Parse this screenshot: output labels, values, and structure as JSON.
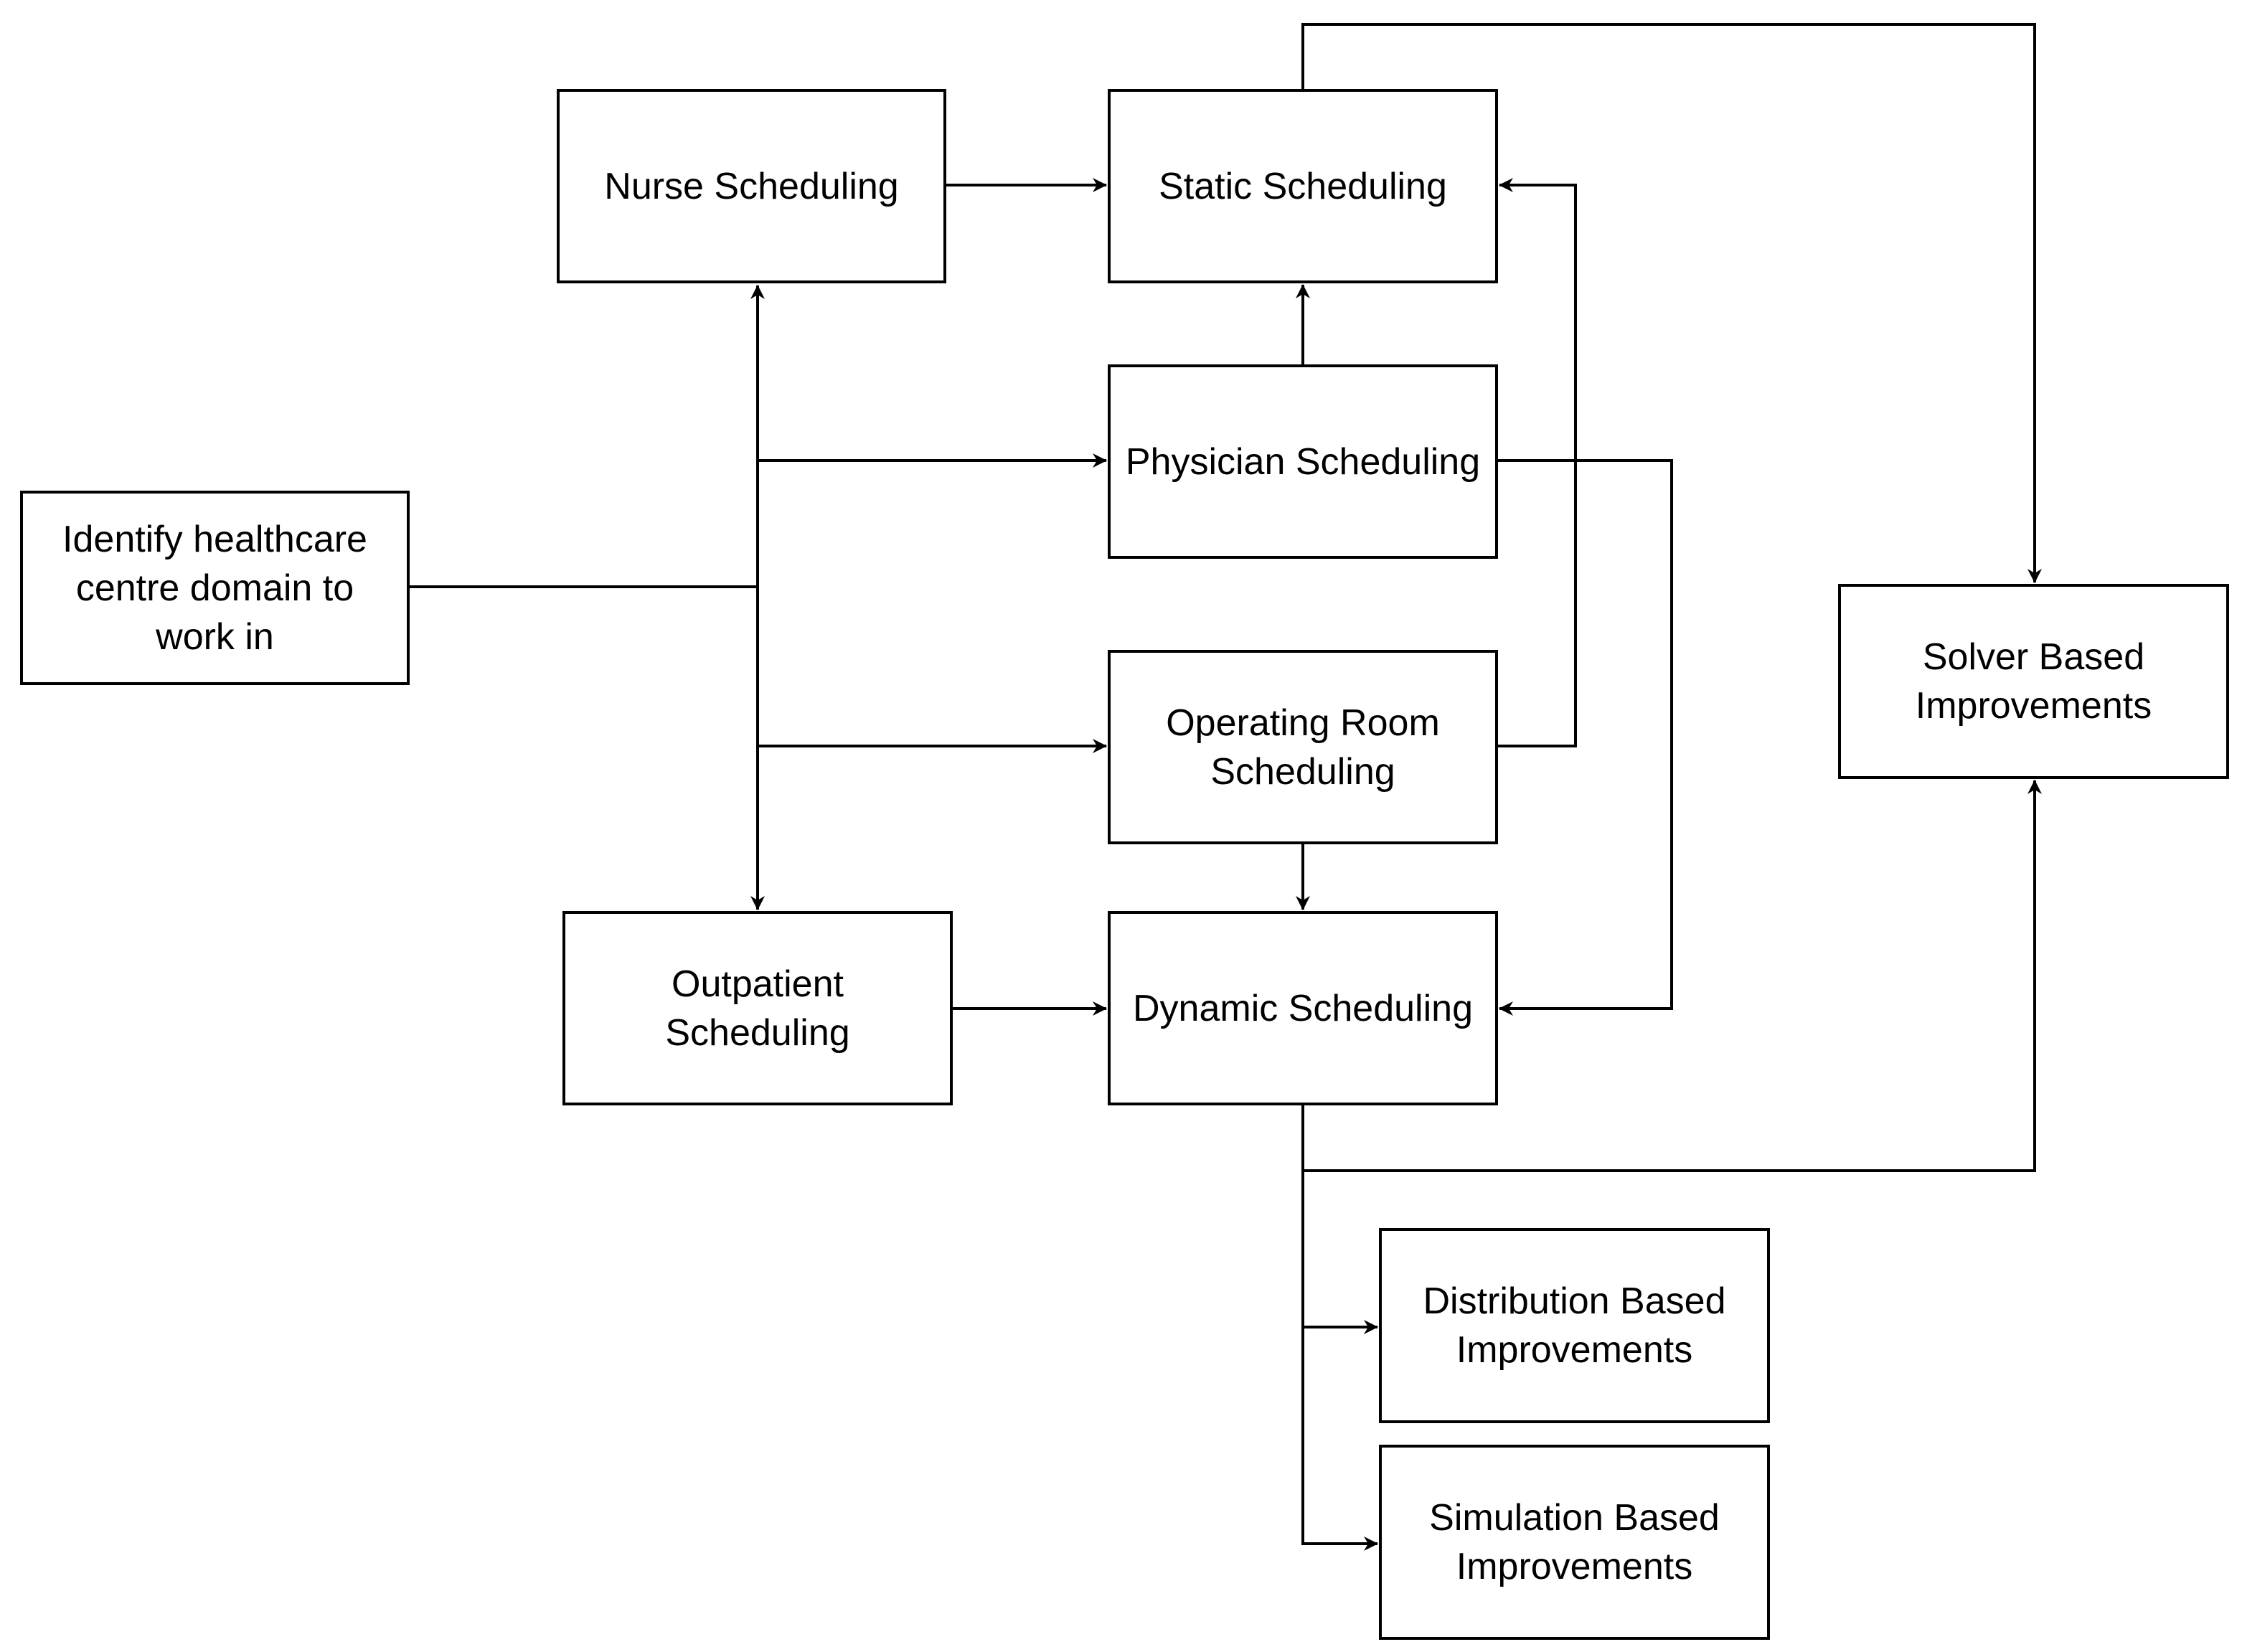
{
  "diagram": {
    "nodes": [
      {
        "id": "identify",
        "label": "Identify healthcare\ncentre domain to\nwork in"
      },
      {
        "id": "nurse",
        "label": "Nurse Scheduling"
      },
      {
        "id": "static",
        "label": "Static Scheduling"
      },
      {
        "id": "physician",
        "label": "Physician Scheduling"
      },
      {
        "id": "operating",
        "label": "Operating Room\nScheduling"
      },
      {
        "id": "outpatient",
        "label": "Outpatient\nScheduling"
      },
      {
        "id": "dynamic",
        "label": "Dynamic Scheduling"
      },
      {
        "id": "solver",
        "label": "Solver Based\nImprovements"
      },
      {
        "id": "distribution",
        "label": "Distribution Based\nImprovements"
      },
      {
        "id": "simulation",
        "label": "Simulation Based\nImprovements"
      }
    ],
    "edges": [
      {
        "from": "identify",
        "to": "nurse"
      },
      {
        "from": "identify",
        "to": "physician"
      },
      {
        "from": "identify",
        "to": "operating"
      },
      {
        "from": "identify",
        "to": "outpatient"
      },
      {
        "from": "nurse",
        "to": "static"
      },
      {
        "from": "physician",
        "to": "static"
      },
      {
        "from": "operating",
        "to": "static"
      },
      {
        "from": "physician",
        "to": "dynamic"
      },
      {
        "from": "operating",
        "to": "dynamic"
      },
      {
        "from": "outpatient",
        "to": "dynamic"
      },
      {
        "from": "static",
        "to": "solver"
      },
      {
        "from": "dynamic",
        "to": "solver"
      },
      {
        "from": "dynamic",
        "to": "distribution"
      },
      {
        "from": "dynamic",
        "to": "simulation"
      }
    ],
    "colors": {
      "line": "#000000",
      "box_border": "#000000",
      "box_fill": "#ffffff",
      "text": "#000000",
      "background": "#ffffff"
    }
  }
}
